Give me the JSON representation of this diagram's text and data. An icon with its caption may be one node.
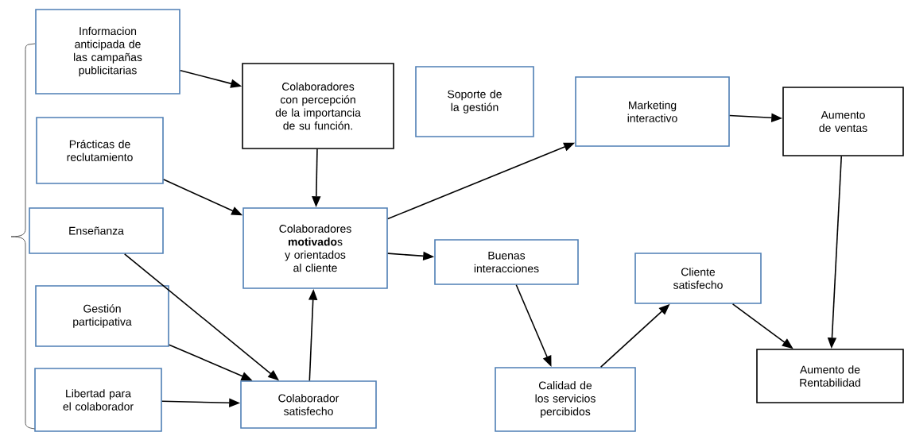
{
  "diagram": {
    "nodes": [
      {
        "text": [
          "Informacion anticipada de las campañas publicitarias"
        ]
      },
      {
        "text": [
          "Colaboradores con percepción de la importancia de su función."
        ]
      },
      {
        "text": [
          "Soporte de la gestión"
        ]
      },
      {
        "text": [
          "Marketing interactivo"
        ]
      },
      {
        "text": [
          "Aumento de ventas"
        ]
      },
      {
        "text": [
          "Prácticas de reclutamiento"
        ]
      },
      {
        "text": [
          "Colaboradores **motivado**s y orientados al cliente"
        ]
      },
      {
        "text": [
          "Enseñanza"
        ]
      },
      {
        "text": [
          "Buenas interacciones"
        ]
      },
      {
        "text": [
          "Cliente satisfecho"
        ]
      },
      {
        "text": [
          "Gestión participativa"
        ]
      },
      {
        "text": [
          "Calidad de los servicios percibidos"
        ]
      },
      {
        "text": [
          "Aumento de Rentabilidad"
        ]
      },
      {
        "text": [
          "Libertad para el colaborador"
        ]
      },
      {
        "text": [
          "Colaborador satisfecho"
        ]
      }
    ],
    "edges": [
      {
        "from": 0,
        "to": 1,
        "arrow": "to"
      },
      {
        "from": 5,
        "to": 6,
        "arrow": "to"
      },
      {
        "from": 1,
        "to": 6,
        "arrow": "to"
      },
      {
        "from": 7,
        "to": 14,
        "arrow": "to"
      },
      {
        "from": 10,
        "to": 14,
        "arrow": "to"
      },
      {
        "from": 13,
        "to": 14,
        "arrow": "to"
      },
      {
        "from": 14,
        "to": 6,
        "arrow": "to"
      },
      {
        "from": 6,
        "to": 3,
        "arrow": "to"
      },
      {
        "from": 6,
        "to": 8,
        "arrow": "to"
      },
      {
        "from": 3,
        "to": 4,
        "arrow": "to"
      },
      {
        "from": 4,
        "to": 12,
        "arrow": "to"
      },
      {
        "from": 8,
        "to": 11,
        "arrow": "to"
      },
      {
        "from": 11,
        "to": 9,
        "arrow": "to"
      },
      {
        "from": 9,
        "to": 12,
        "arrow": "to"
      }
    ]
  }
}
